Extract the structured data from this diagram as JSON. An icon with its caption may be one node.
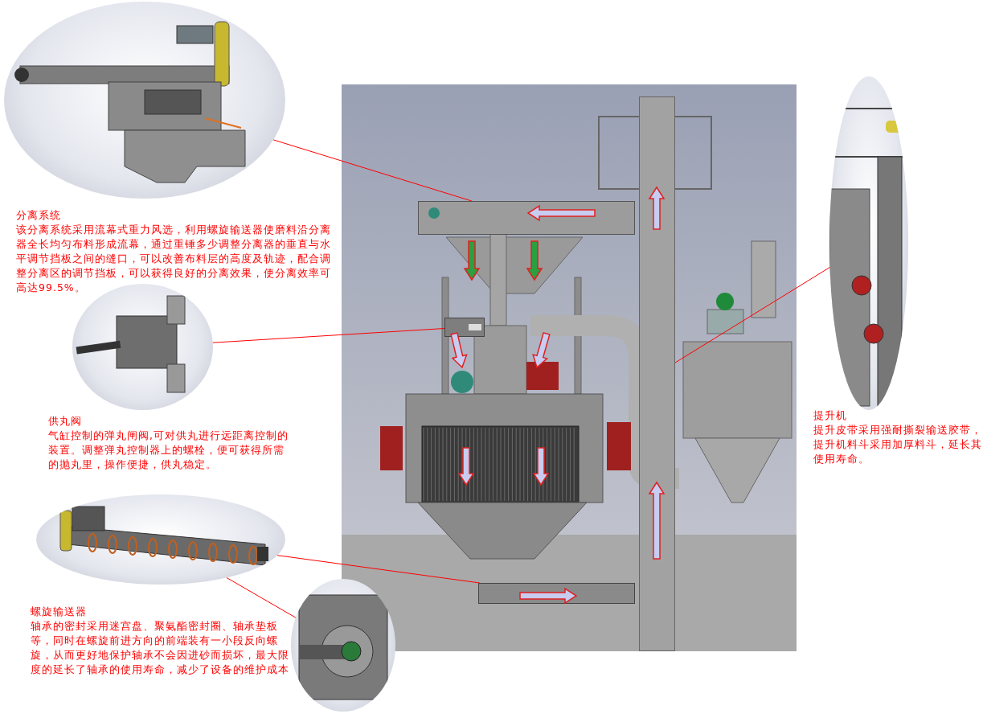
{
  "diagram": {
    "nodes": [
      {
        "text": [],
        "shape": "picture",
        "beside": [
          "分离系统",
          "该分离系统采用流幕式重力风选，利用螺旋输送器使磨料沿分离器全长均匀布料形成流幕，通过重锤多少调整分离器的垂直与水平调节挡板之间的缝口，可以改善布料层的高度及轨迹，配合调整分离区的调节挡板，可以获得良好的分离效果，使分离效率可高达99.5%。"
        ]
      },
      {
        "text": [],
        "shape": "picture",
        "beside": [
          "供丸阀",
          "气缸控制的弹丸闸阀,可对供丸进行远距离控制的装置。调整弹丸控制器上的螺栓，便可获得所需的抛丸里，操作便捷，供丸稳定。"
        ]
      },
      {
        "text": [],
        "shape": "picture",
        "beside": [
          "螺旋输送器",
          "轴承的密封采用迷宫盘、聚氨酯密封圈、轴承垫板等，同时在螺旋前进方向的前端装有一小段反向螺旋，从而更好地保护轴承不会因进砂而损坏，最大限度的延长了轴承的使用寿命，减少了设备的维护成本"
        ]
      },
      {
        "text": [],
        "shape": "picture"
      },
      {
        "text": [],
        "shape": "picture",
        "beside": [
          "提升机",
          "提升皮带采用强耐撕裂输送胶带，提升机料斗采用加厚料斗，延长其使用寿命。"
        ]
      },
      {
        "text": [],
        "shape": "picture"
      },
      {
        "text": [],
        "shape": "picture",
        "in": 5
      },
      {
        "text": [],
        "shape": "picture",
        "in": 5
      },
      {
        "text": [],
        "shape": "picture",
        "in": 5
      },
      {
        "text": [],
        "shape": "picture",
        "in": 5
      }
    ],
    "edges": [
      {
        "from": 0,
        "to": 6,
        "arrow": "none"
      },
      {
        "from": 1,
        "to": 7,
        "arrow": "none"
      },
      {
        "from": 2,
        "to": 8,
        "arrow": "none"
      },
      {
        "from": 2,
        "to": 3,
        "arrow": "none"
      },
      {
        "from": 4,
        "to": 9,
        "arrow": "none"
      }
    ]
  }
}
